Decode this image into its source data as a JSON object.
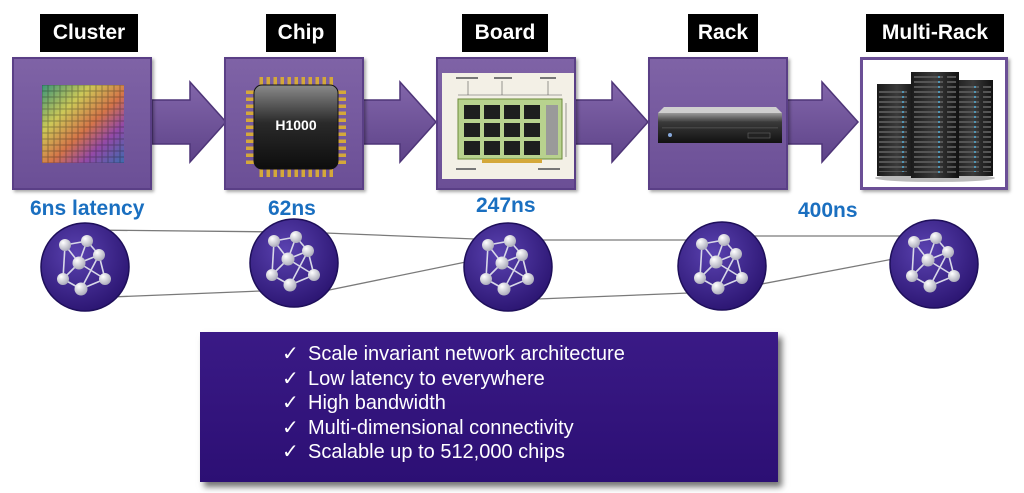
{
  "stages": [
    {
      "label": "Cluster",
      "latency": "6ns latency"
    },
    {
      "label": "Chip",
      "latency": "62ns"
    },
    {
      "label": "Board",
      "latency": "247ns"
    },
    {
      "label": "Rack",
      "latency": ""
    },
    {
      "label": "Multi-Rack",
      "latency": "400ns"
    }
  ],
  "chip_text": "H1000",
  "features": [
    "Scale invariant network architecture",
    "Low latency to everywhere",
    "High bandwidth",
    "Multi-dimensional connectivity",
    "Scalable up to 512,000 chips"
  ],
  "check_symbol": "✓",
  "colors": {
    "stage_box": "#6b4f96",
    "latency_text": "#1a6fc0",
    "features_box": "#2c0f74",
    "node_circle": "#3d2590",
    "arrow": "#6b4f96"
  }
}
